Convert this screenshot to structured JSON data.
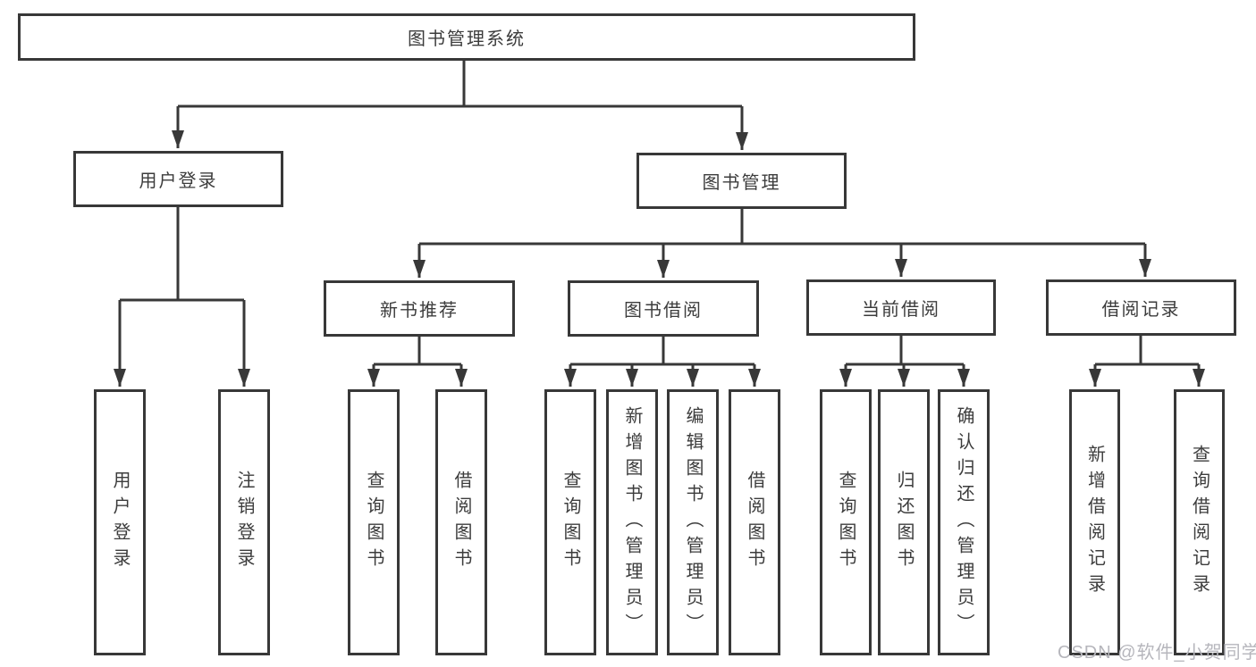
{
  "diagram": {
    "title_node": {
      "label": "图书管理系统"
    },
    "level2": [
      {
        "label": "用户登录"
      },
      {
        "label": "图书管理"
      }
    ],
    "level3": [
      {
        "label": "新书推荐"
      },
      {
        "label": "图书借阅"
      },
      {
        "label": "当前借阅"
      },
      {
        "label": "借阅记录"
      }
    ],
    "leaves": {
      "user_login": [
        "用户登录",
        "注销登录"
      ],
      "new_book": [
        "查询图书",
        "借阅图书"
      ],
      "book_borrow": [
        "查询图书",
        "新增图书（管理员）",
        "编辑图书（管理员）",
        "借阅图书"
      ],
      "current_borrow": [
        "查询图书",
        "归还图书",
        "确认归还（管理员）"
      ],
      "borrow_record": [
        "新增借阅记录",
        "查询借阅记录"
      ]
    },
    "colors": {
      "line": "#383838",
      "text": "#3c3c3c",
      "background": "#ffffff",
      "watermark": "#b6b6bc"
    }
  },
  "watermark": {
    "text": "CSDN @软件_小贺同学"
  }
}
